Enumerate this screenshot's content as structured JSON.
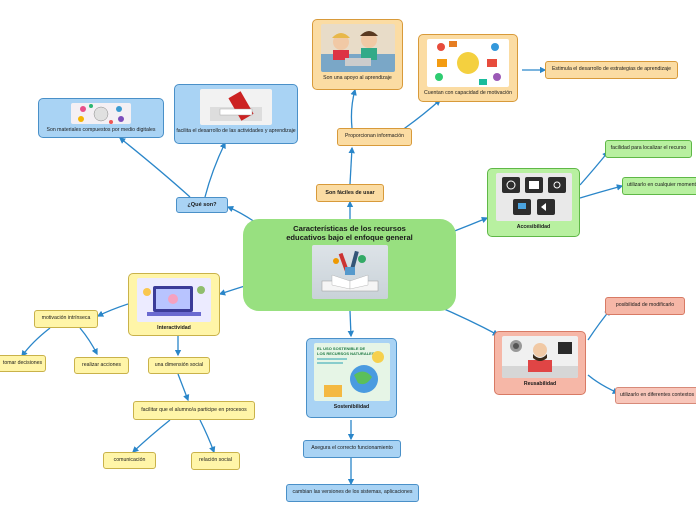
{
  "central": {
    "title_line1": "Características de los recursos",
    "title_line2": "educativos bajo el enfoque general"
  },
  "nodes": {
    "que_son": "¿Qué son?",
    "materiales": "Son materiales compuestos por medio digitales",
    "facilitan": "facilita el desarrollo de las actividades y aprendizaje",
    "faciles": "Son fáciles de usar",
    "proporcionan": "Proporcionan información",
    "apoyo": "Son una apoyo al aprendizaje",
    "motivacion": "Cuentan con capacidad de motivación",
    "estimular": "Estimula el desarrollo de estrategias de aprendizaje",
    "accesibilidad": "Accesibilidad",
    "facilidad": "facilidad para localizar el recurso",
    "utilizarlo": "utilizarlo en cualquier momento",
    "interactividad": "Interactividad",
    "intrinseca": "motivación intrínseca",
    "decisiones": "tomar decisiones",
    "acciones": "realizar acciones",
    "social": "una dimensión social",
    "alumno": "facilitar que el alumno/a participe en procesos",
    "comunicacion": "comunicación",
    "relacion": "relación social",
    "sostenibilidad": "Sostenibilidad",
    "asegura": "Asegura el correcto funcionamiento",
    "cambian": "cambian las versiones de los sistemas, aplicaciones",
    "reusabilidad": "Reusabilidad",
    "modificarlo": "posibilidad de modificarlo",
    "contextos": "utilizarlo en diferentes contextos"
  },
  "images": {
    "sostenibilidad_text1": "EL USO SOSTENIBLE DE",
    "sostenibilidad_text2": "LOS RECURSOS NATURALES"
  },
  "colors": {
    "edge": "#2a86c9",
    "central": "#98e080",
    "blue": "#a9d3f4",
    "orange": "#fbdca3",
    "yellow": "#fff5a8",
    "green": "#b8f0a0",
    "pink": "#f6b7a7"
  }
}
